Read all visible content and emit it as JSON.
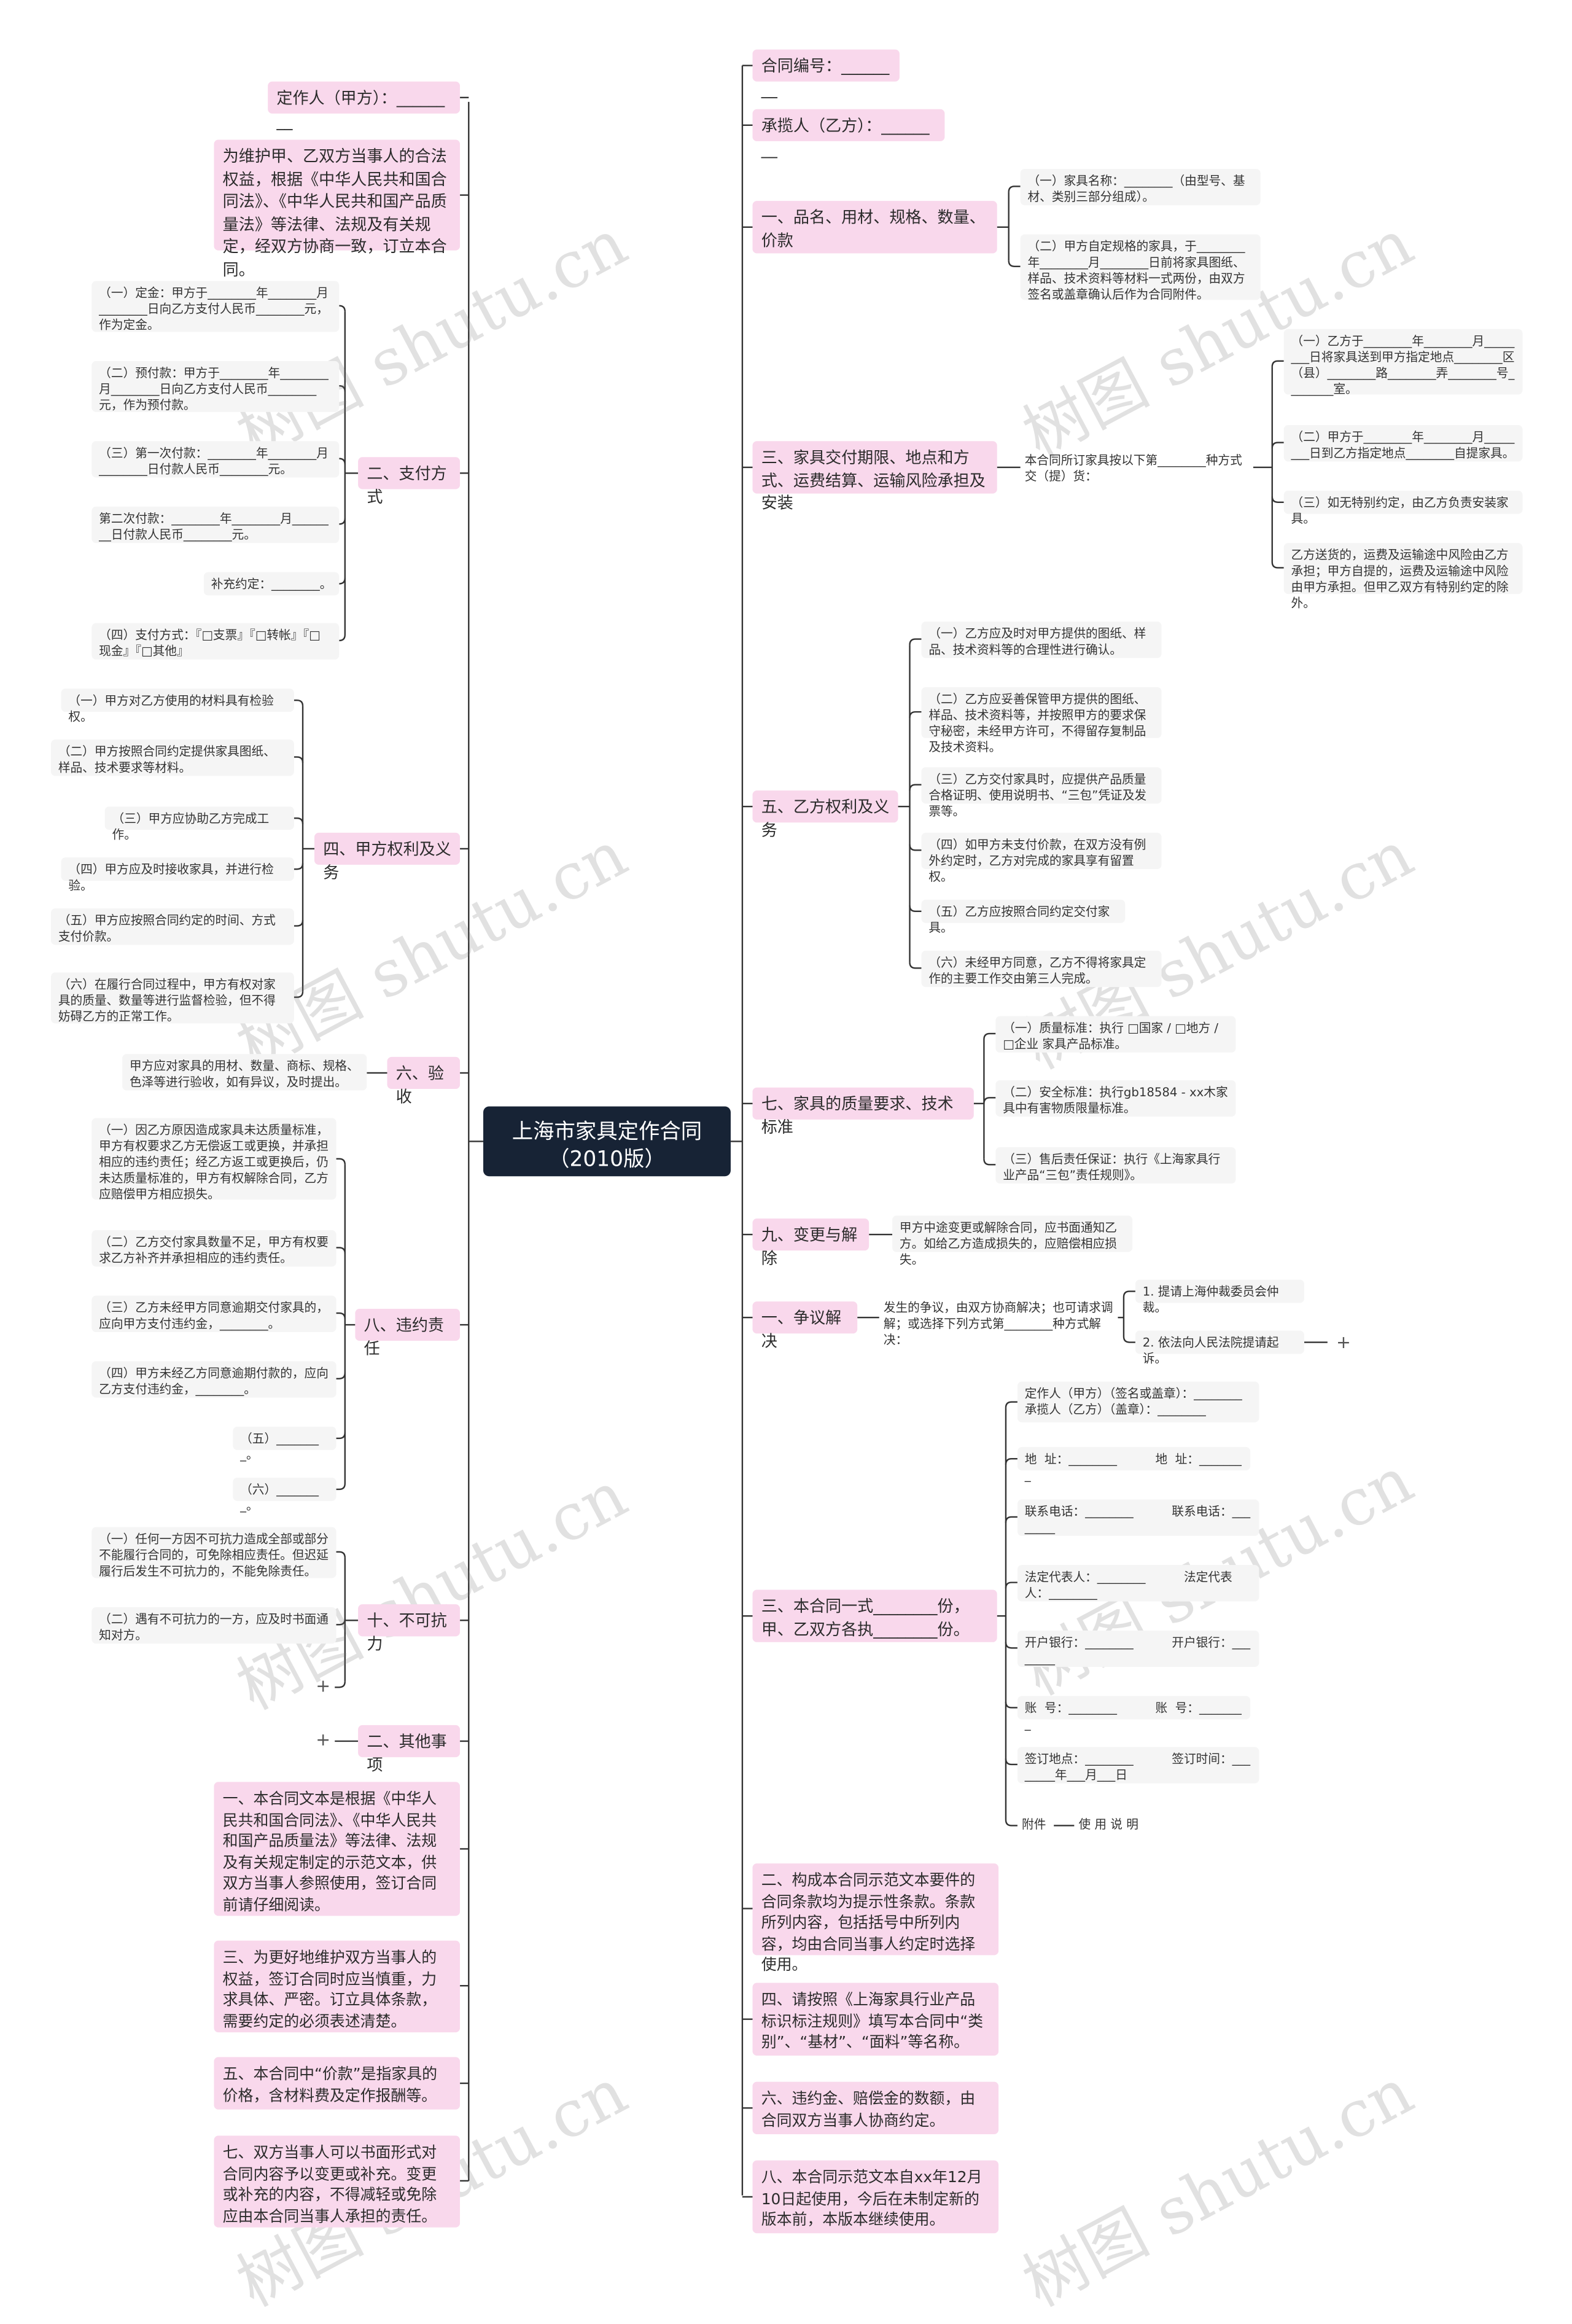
{
  "root": "上海市家具定作合同（2010版）",
  "watermark": "树图 shutu.cn",
  "left": {
    "party_a": "定作人（甲方）：________",
    "preface": "为维护甲、乙双方当事人的合法权益，根据《中华人民共和国合同法》、《中华人民共和国产品质量法》等法律、法规及有关规定，经双方协商一致，订立本合同。",
    "payment": {
      "label": "二、支付方式",
      "items": [
        "（一）定金：甲方于________年________月________日向乙方支付人民币________元，作为定金。",
        "（二）预付款：甲方于________年________月________日向乙方支付人民币________元，作为预付款。",
        "（三）第一次付款：________年________月________日付款人民币________元。",
        "第二次付款：________年________月________日付款人民币________元。",
        "补充约定：________。",
        "（四）支付方式：『□支票』『□转帐』『□现金』『□其他』"
      ]
    },
    "rights_a": {
      "label": "四、甲方权利及义务",
      "items": [
        "（一）甲方对乙方使用的材料具有检验权。",
        "（二）甲方按照合同约定提供家具图纸、样品、技术要求等材料。",
        "（三）甲方应协助乙方完成工作。",
        "（四）甲方应及时接收家具，并进行检验。",
        "（五）甲方应按照合同约定的时间、方式支付价款。",
        "（六）在履行合同过程中，甲方有权对家具的质量、数量等进行监督检验，但不得妨碍乙方的正常工作。"
      ]
    },
    "acceptance": {
      "label": "六、验收",
      "items": [
        "甲方应对家具的用材、数量、商标、规格、色泽等进行验收，如有异议，及时提出。"
      ]
    },
    "breach": {
      "label": "八、违约责任",
      "items": [
        "（一）因乙方原因造成家具未达质量标准，甲方有权要求乙方无偿返工或更换，并承担相应的违约责任；经乙方返工或更换后，仍未达质量标准的，甲方有权解除合同，乙方应赔偿甲方相应损失。",
        "（二）乙方交付家具数量不足，甲方有权要求乙方补齐并承担相应的违约责任。",
        "（三）乙方未经甲方同意逾期交付家具的，应向甲方支付违约金，________。",
        "（四）甲方未经乙方同意逾期付款的，应向乙方支付违约金，________。",
        "（五）________。",
        "（六）________。"
      ]
    },
    "force": {
      "label": "十、不可抗力",
      "items": [
        "（一）任何一方因不可抗力造成全部或部分不能履行合同的，可免除相应责任。但迟延履行后发生不可抗力的，不能免除责任。",
        "（二）遇有不可抗力的一方，应及时书面通知对方。"
      ]
    },
    "other": {
      "label": "二、其他事项"
    },
    "notes": [
      "一、本合同文本是根据《中华人民共和国合同法》、《中华人民共和国产品质量法》等法律、法规及有关规定制定的示范文本，供双方当事人参照使用，签订合同前请仔细阅读。",
      "三、为更好地维护双方当事人的权益，签订合同时应当慎重，力求具体、严密。订立具体条款，需要约定的必须表述清楚。",
      "五、本合同中“价款”是指家具的价格，含材料费及定作报酬等。",
      "七、双方当事人可以书面形式对合同内容予以变更或补充。变更或补充的内容，不得减轻或免除应由本合同当事人承担的责任。"
    ]
  },
  "right": {
    "contract_no": "合同编号：________",
    "party_b": "承揽人（乙方）：________",
    "goods": {
      "label": "一、品名、用材、规格、数量、价款",
      "items": [
        "（一）家具名称：________（由型号、基材、类别三部分组成）。",
        "（二）甲方自定规格的家具，于________年________月________日前将家具图纸、样品、技术资料等材料一式两份，由双方签名或盖章确认后作为合同附件。"
      ]
    },
    "delivery": {
      "label": "三、家具交付期限、地点和方式、运费结算、运输风险承担及安装",
      "mid": "本合同所订家具按以下第________种方式交（提）货：",
      "items": [
        "（一）乙方于________年________月________日将家具送到甲方指定地点________区（县）________路________弄________号________室。",
        "（二）甲方于________年________月________日到乙方指定地点________自提家具。",
        "（三）如无特别约定，由乙方负责安装家具。",
        "乙方送货的，运费及运输途中风险由乙方承担；甲方自提的，运费及运输途中风险由甲方承担。但甲乙双方有特别约定的除外。"
      ]
    },
    "rights_b": {
      "label": "五、乙方权利及义务",
      "items": [
        "（一）乙方应及时对甲方提供的图纸、样品、技术资料等的合理性进行确认。",
        "（二）乙方应妥善保管甲方提供的图纸、样品、技术资料等，并按照甲方的要求保守秘密，未经甲方许可，不得留存复制品及技术资料。",
        "（三）乙方交付家具时，应提供产品质量合格证明、使用说明书、“三包”凭证及发票等。",
        "（四）如甲方未支付价款，在双方没有例外约定时，乙方对完成的家具享有留置权。",
        "（五）乙方应按照合同约定交付家具。",
        "（六）未经甲方同意，乙方不得将家具定作的主要工作交由第三人完成。"
      ]
    },
    "quality": {
      "label": "七、家具的质量要求、技术标准",
      "items": [
        "（一）质量标准：执行 □国家 / □地方 / □企业 家具产品标准。",
        "（二）安全标准：执行gb18584 - xx木家具中有害物质限量标准。",
        "（三）售后责任保证：执行《上海家具行业产品“三包”责任规则》。"
      ]
    },
    "change": {
      "label": "九、变更与解除",
      "items": [
        "甲方中途变更或解除合同，应书面通知乙方。如给乙方造成损失的，应赔偿相应损失。"
      ]
    },
    "dispute": {
      "label": "一、争议解决",
      "mid": "发生的争议，由双方协商解决；也可请求调解；或选择下列方式第________种方式解决：",
      "items": [
        "1. 提请上海仲裁委员会仲裁。",
        "2. 依法向人民法院提请起诉。"
      ]
    },
    "copies": {
      "label": "三、本合同一式________份，甲、乙双方各执________份。",
      "items": [
        "定作人（甲方）（签名或盖章）：________\n承揽人（乙方）（盖章）：________",
        "地  址：________          地  址：________",
        "联系电话：________          联系电话：________",
        "法定代表人：________          法定代表人：________",
        "开户银行：________          开户银行：________",
        "账  号：________          账  号：________",
        "签订地点：________          签订时间：________年___月___日",
        "附件"
      ],
      "attachment_note": "使 用 说 明"
    },
    "notes": [
      "二、构成本合同示范文本要件的合同条款均为提示性条款。条款所列内容，包括括号中所列内容，均由合同当事人约定时选择使用。",
      "四、请按照《上海家具行业产品标识标注规则》填写本合同中“类别”、“基材”、“面料”等名称。",
      "六、违约金、赔偿金的数额，由合同双方当事人协商约定。",
      "八、本合同示范文本自xx年12月10日起使用，今后在未制定新的版本前，本版本继续使用。"
    ]
  },
  "expand_symbol": "+",
  "colors": {
    "root_bg": "#172335",
    "branch_bg": "#f9d8ec",
    "leaf_bg": "#f5f5f5",
    "line": "#333333"
  }
}
